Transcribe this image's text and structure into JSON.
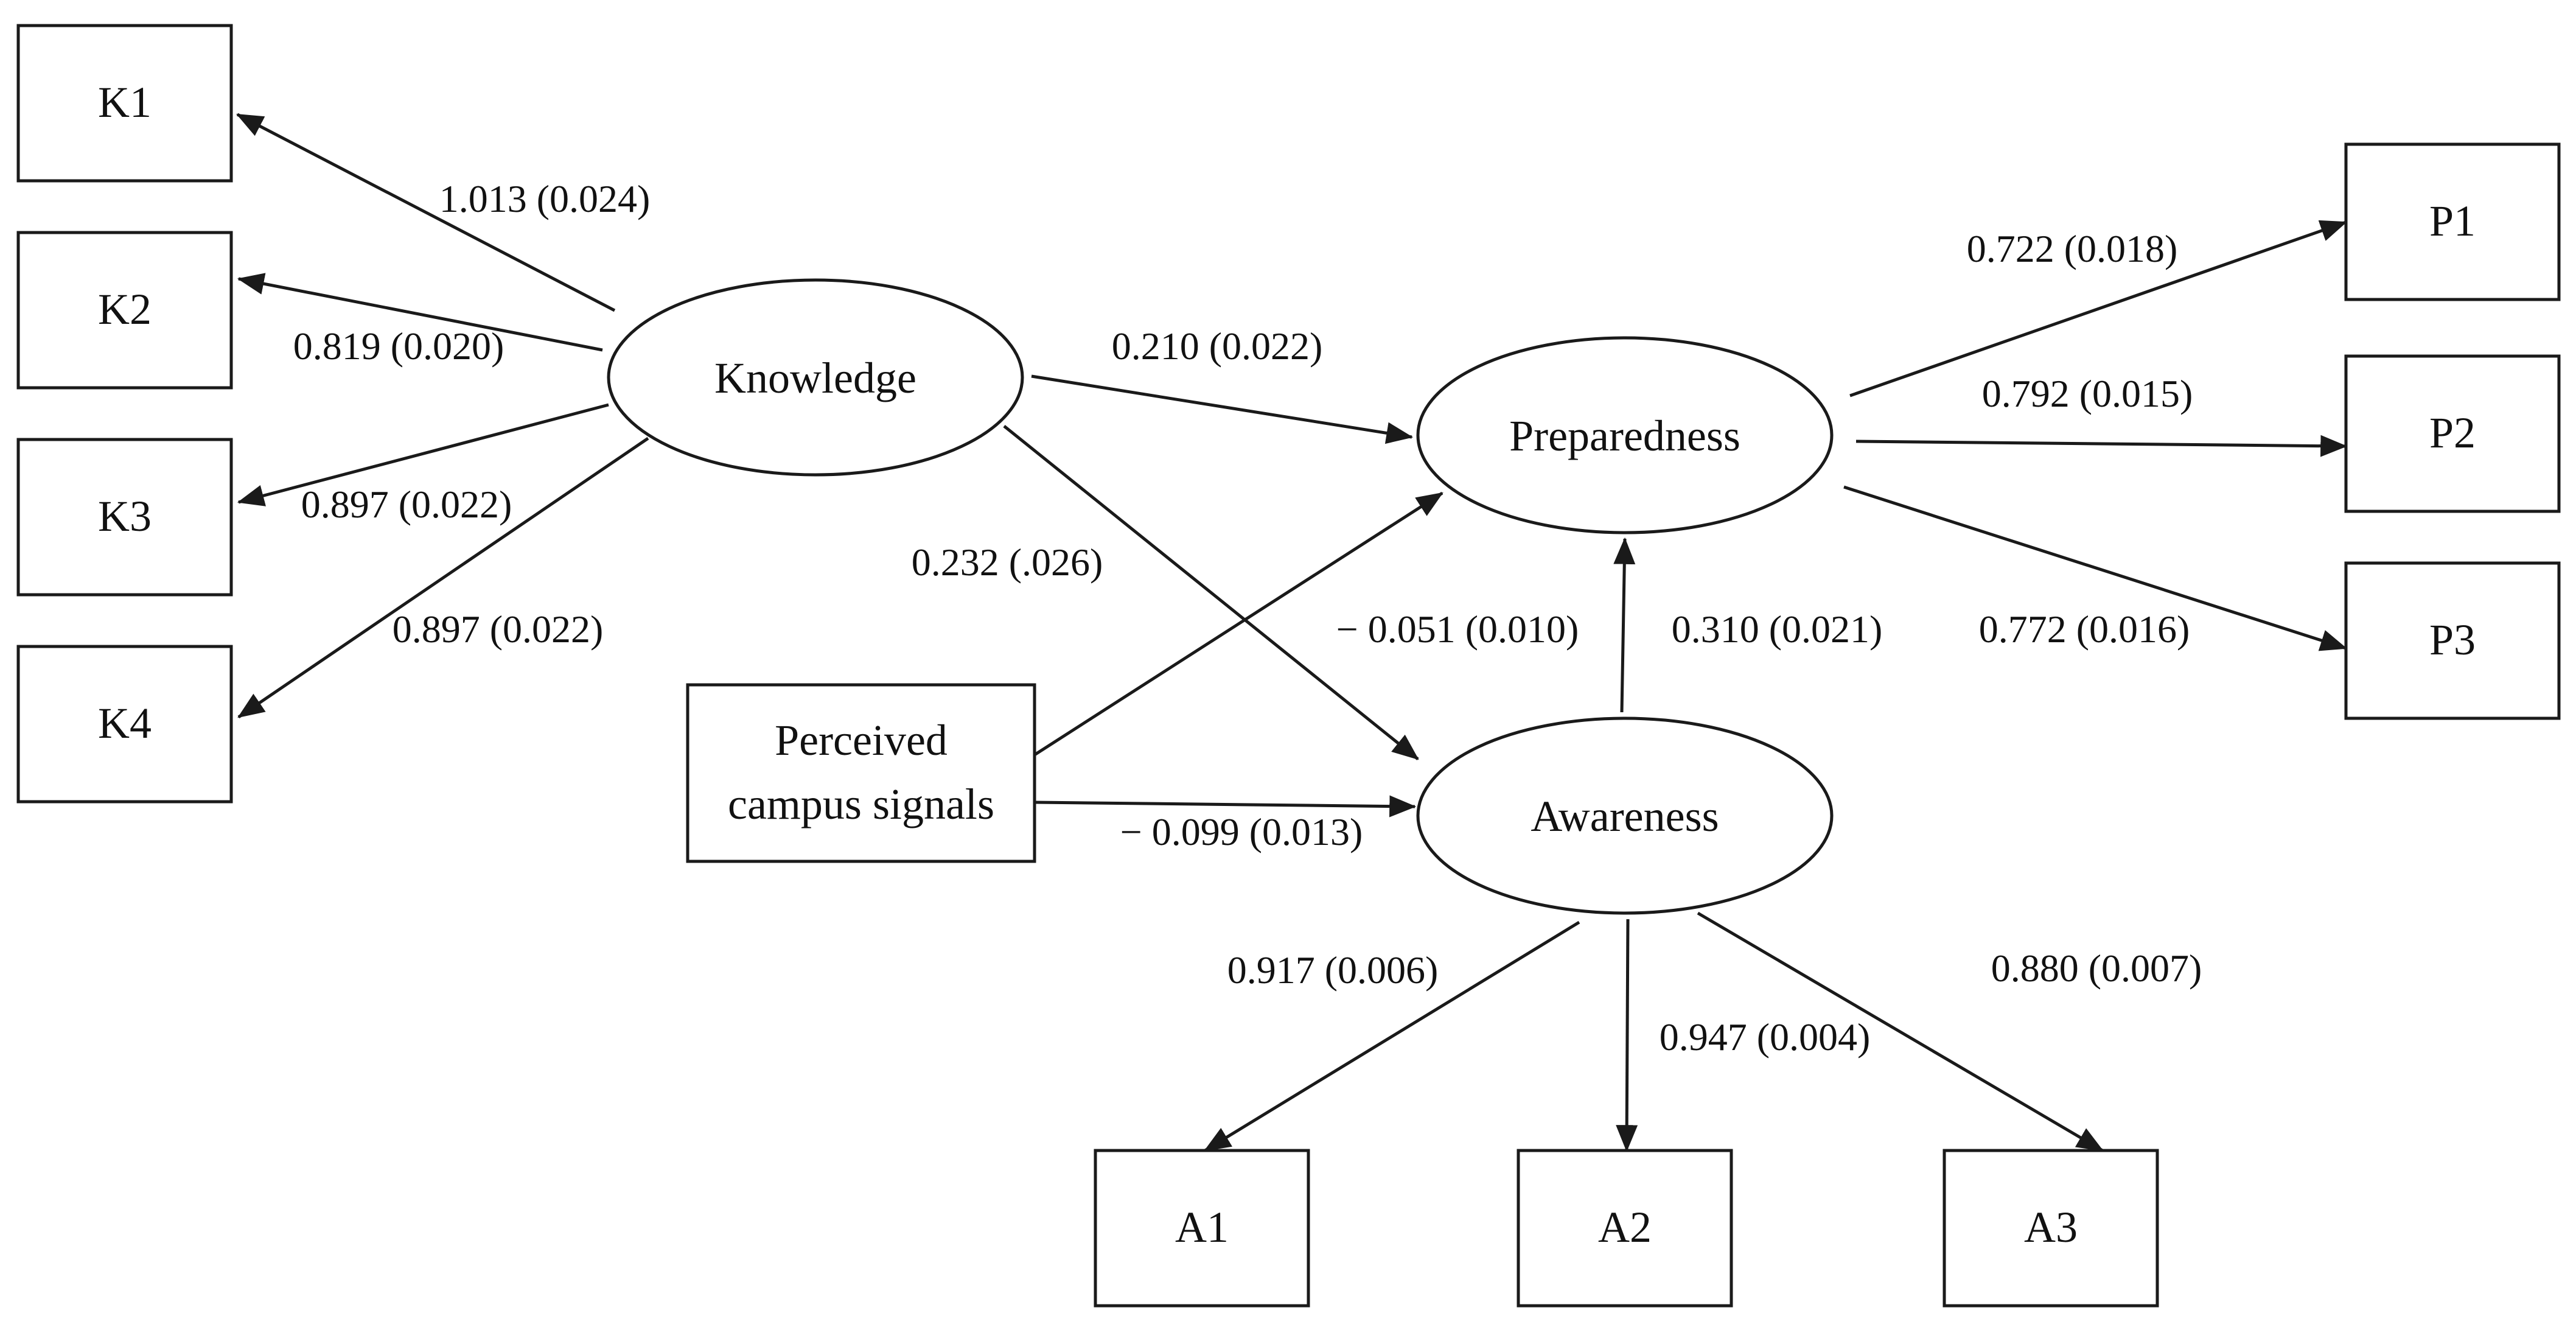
{
  "nodes": {
    "k1": "K1",
    "k2": "K2",
    "k3": "K3",
    "k4": "K4",
    "knowledge": "Knowledge",
    "preparedness": "Preparedness",
    "awareness": "Awareness",
    "perceived_line1": "Perceived",
    "perceived_line2": "campus signals",
    "p1": "P1",
    "p2": "P2",
    "p3": "P3",
    "a1": "A1",
    "a2": "A2",
    "a3": "A3"
  },
  "edges": {
    "knowledge_k1": "1.013 (0.024)",
    "knowledge_k2": "0.819 (0.020)",
    "knowledge_k3": "0.897 (0.022)",
    "knowledge_k4": "0.897 (0.022)",
    "knowledge_preparedness": "0.210 (0.022)",
    "knowledge_awareness": "0.232 (.026)",
    "perceived_preparedness": "− 0.051 (0.010)",
    "perceived_awareness": "− 0.099 (0.013)",
    "awareness_preparedness": "0.310 (0.021)",
    "preparedness_p1": "0.722 (0.018)",
    "preparedness_p2": "0.792 (0.015)",
    "preparedness_p3": "0.772 (0.016)",
    "awareness_a1": "0.917 (0.006)",
    "awareness_a2": "0.947 (0.004)",
    "awareness_a3": "0.880 (0.007)"
  }
}
